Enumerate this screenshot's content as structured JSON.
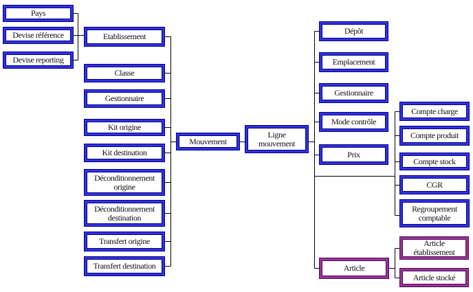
{
  "diagram": {
    "background_color": "#ffffff",
    "connector_color": "#000000",
    "node_styles": {
      "blue_border": "#3232e0",
      "blue_edge": "#000082",
      "purple_border": "#953795",
      "purple_edge": "#520a52",
      "text_color": "#101018"
    },
    "nodes": {
      "pays": {
        "label": "Pays",
        "color": "blue"
      },
      "devise_reference": {
        "label": "Devise référence",
        "color": "blue"
      },
      "devise_reporting": {
        "label": "Devise reporting",
        "color": "blue"
      },
      "etablissement": {
        "label": "Etablissement",
        "color": "blue"
      },
      "classe": {
        "label": "Classe",
        "color": "blue"
      },
      "gestionnaire": {
        "label": "Gestionnaire",
        "color": "blue"
      },
      "kit_origine": {
        "label": "Kit origine",
        "color": "blue"
      },
      "kit_destination": {
        "label": "Kit destination",
        "color": "blue"
      },
      "deconditionnement_origine": {
        "label": "Déconditionnement\norigine",
        "color": "blue"
      },
      "deconditionnement_destination": {
        "label": "Déconditionnement\ndestination",
        "color": "blue"
      },
      "transfert_origine": {
        "label": "Transfert origine",
        "color": "blue"
      },
      "transfert_destination": {
        "label": "Transfert destination",
        "color": "blue"
      },
      "mouvement": {
        "label": "Mouvement",
        "color": "blue"
      },
      "ligne_mouvement": {
        "label": "Ligne\nmouvement",
        "color": "blue"
      },
      "depot": {
        "label": "Dépôt",
        "color": "blue"
      },
      "emplacement": {
        "label": "Emplacement",
        "color": "blue"
      },
      "gestionnaire_stock": {
        "label": "Gestionnaire",
        "color": "blue"
      },
      "mode_controle": {
        "label": "Mode contrôle",
        "color": "blue"
      },
      "prix": {
        "label": "Prix",
        "color": "blue"
      },
      "compte_charge": {
        "label": "Compte charge",
        "color": "blue"
      },
      "compte_produit": {
        "label": "Compte produit",
        "color": "blue"
      },
      "compte_stock": {
        "label": "Compte stock",
        "color": "blue"
      },
      "cgr": {
        "label": "CGR",
        "color": "blue"
      },
      "regroupement_comptable": {
        "label": "Regroupement\ncomptable",
        "color": "blue"
      },
      "article": {
        "label": "Article",
        "color": "purple"
      },
      "article_etablissement": {
        "label": "Article\nétablissement",
        "color": "purple"
      },
      "article_stocke": {
        "label": "Article stocké",
        "color": "purple"
      }
    },
    "edges": [
      {
        "from": "pays",
        "to": "etablissement"
      },
      {
        "from": "devise_reference",
        "to": "etablissement"
      },
      {
        "from": "devise_reporting",
        "to": "etablissement"
      },
      {
        "from": "etablissement",
        "to": "mouvement"
      },
      {
        "from": "classe",
        "to": "mouvement"
      },
      {
        "from": "gestionnaire",
        "to": "mouvement"
      },
      {
        "from": "kit_origine",
        "to": "mouvement"
      },
      {
        "from": "kit_destination",
        "to": "mouvement"
      },
      {
        "from": "deconditionnement_origine",
        "to": "mouvement"
      },
      {
        "from": "deconditionnement_destination",
        "to": "mouvement"
      },
      {
        "from": "transfert_origine",
        "to": "mouvement"
      },
      {
        "from": "transfert_destination",
        "to": "mouvement"
      },
      {
        "from": "mouvement",
        "to": "ligne_mouvement"
      },
      {
        "from": "ligne_mouvement",
        "to": "depot"
      },
      {
        "from": "ligne_mouvement",
        "to": "emplacement"
      },
      {
        "from": "ligne_mouvement",
        "to": "gestionnaire_stock"
      },
      {
        "from": "ligne_mouvement",
        "to": "mode_controle"
      },
      {
        "from": "ligne_mouvement",
        "to": "prix"
      },
      {
        "from": "ligne_mouvement",
        "to": "compte_charge"
      },
      {
        "from": "ligne_mouvement",
        "to": "compte_produit"
      },
      {
        "from": "ligne_mouvement",
        "to": "compte_stock"
      },
      {
        "from": "ligne_mouvement",
        "to": "cgr"
      },
      {
        "from": "ligne_mouvement",
        "to": "regroupement_comptable"
      },
      {
        "from": "ligne_mouvement",
        "to": "article"
      },
      {
        "from": "article",
        "to": "article_etablissement"
      },
      {
        "from": "article",
        "to": "article_stocke"
      }
    ]
  }
}
